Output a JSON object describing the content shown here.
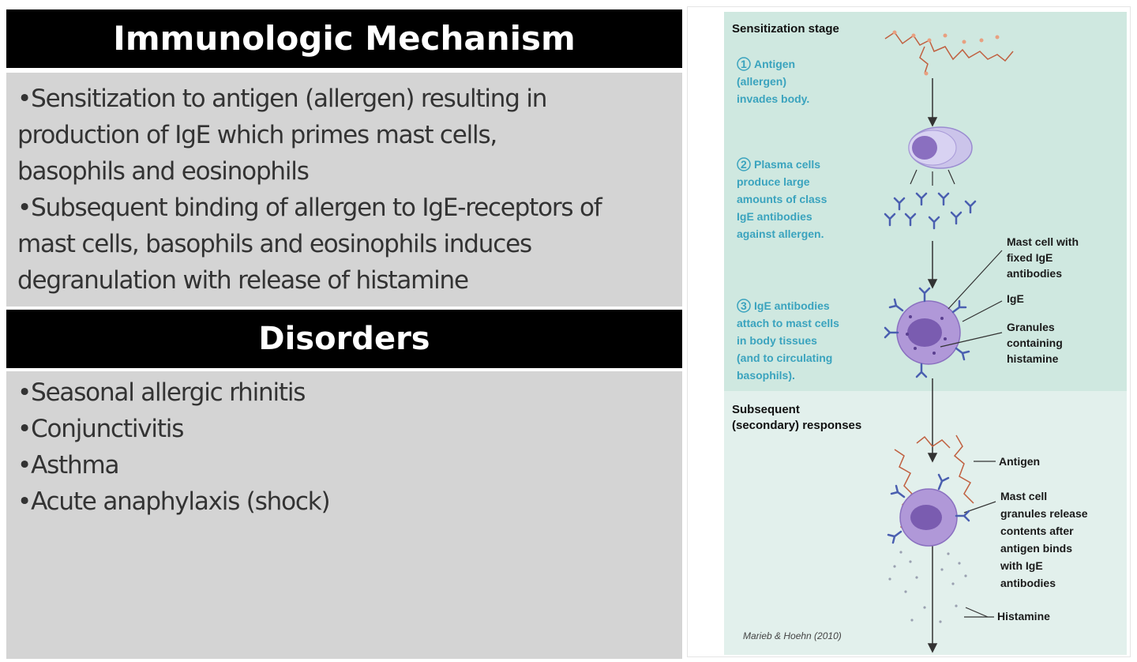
{
  "left": {
    "header1": "Immunologic Mechanism",
    "mechanism_bullets": [
      [
        "•Sensitization to antigen (allergen) resulting in",
        "production of IgE which primes mast cells,",
        "basophils and eosinophils"
      ],
      [
        "•Subsequent binding of allergen to IgE-receptors of",
        "mast cells, basophils and eosinophils induces",
        "degranulation with release of histamine"
      ]
    ],
    "header2": "Disorders",
    "disorders": [
      "•Seasonal allergic rhinitis",
      "•Conjunctivitis",
      "•Asthma",
      "•Acute anaphylaxis (shock)"
    ]
  },
  "diagram": {
    "sensitization_heading": "Sensitization stage",
    "step1_number": "1",
    "step1": [
      "Antigen",
      "(allergen)",
      "invades body."
    ],
    "step2_number": "2",
    "step2": [
      "Plasma cells",
      "produce large",
      "amounts of class",
      "IgE antibodies",
      "against allergen."
    ],
    "step3_number": "3",
    "step3": [
      "IgE antibodies",
      "attach to mast cells",
      "in body tissues",
      "(and to circulating",
      "basophils)."
    ],
    "mast_cell_label": [
      "Mast cell with",
      "fixed IgE",
      "antibodies"
    ],
    "ige_label": "IgE",
    "granules_label": [
      "Granules",
      "containing",
      "histamine"
    ],
    "subsequent_heading": [
      "Subsequent",
      "(secondary) responses"
    ],
    "antigen_label": "Antigen",
    "release_label": [
      "Mast cell",
      "granules release",
      "contents after",
      "antigen binds",
      "with IgE",
      "antibodies"
    ],
    "histamine_label": "Histamine",
    "credit": "Marieb & Hoehn (2010)",
    "colors": {
      "top_bg": "#cfe8e0",
      "bottom_bg": "#e2f0ec",
      "step_text": "#3aa3be",
      "antibody": "#4a5fb0",
      "cell": "#9a7fc8",
      "antigen": "#c06040"
    }
  }
}
